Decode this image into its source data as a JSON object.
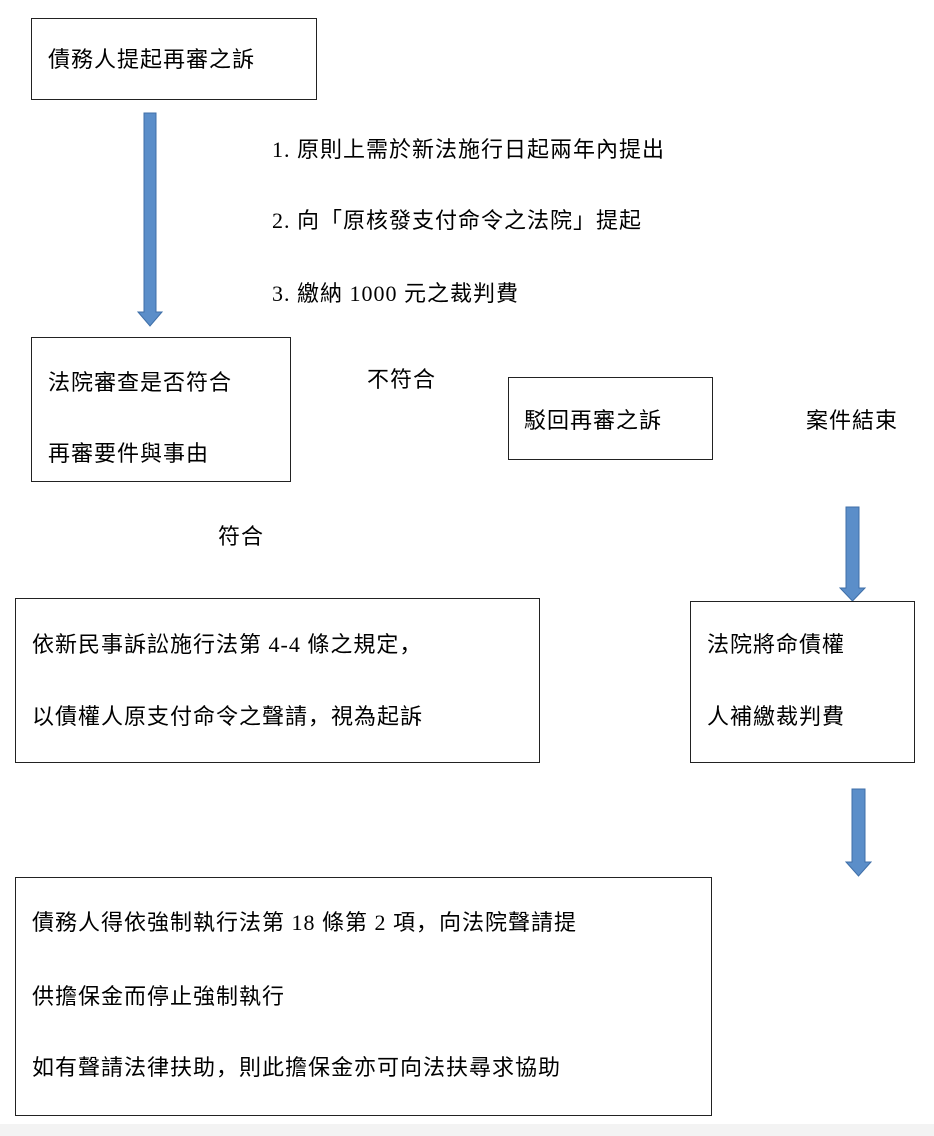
{
  "nodes": {
    "start": "債務人提起再審之訴",
    "review": [
      "法院審查是否符合",
      "再審要件與事由"
    ],
    "dismiss": "駁回再審之訴",
    "case_end": "案件結束",
    "deemed_suit": [
      "依新民事訴訟施行法第 4-4 條之規定，",
      "以債權人原支付命令之聲請，視為起訴"
    ],
    "pay_fee": [
      "法院將命債權",
      "人補繳裁判費"
    ],
    "stay_execution": [
      "債務人得依強制執行法第 18 條第 2 項，向法院聲請提",
      "供擔保金而停止強制執行",
      "如有聲請法律扶助，則此擔保金亦可向法扶尋求協助"
    ]
  },
  "notes": [
    "1. 原則上需於新法施行日起兩年內提出",
    "2. 向「原核發支付命令之法院」提起",
    "3. 繳納 1000 元之裁判費"
  ],
  "labels": {
    "not_met": "不符合",
    "met": "符合"
  },
  "colors": {
    "arrow_fill": "#5b8ec9",
    "arrow_stroke": "#3f6fa8"
  }
}
